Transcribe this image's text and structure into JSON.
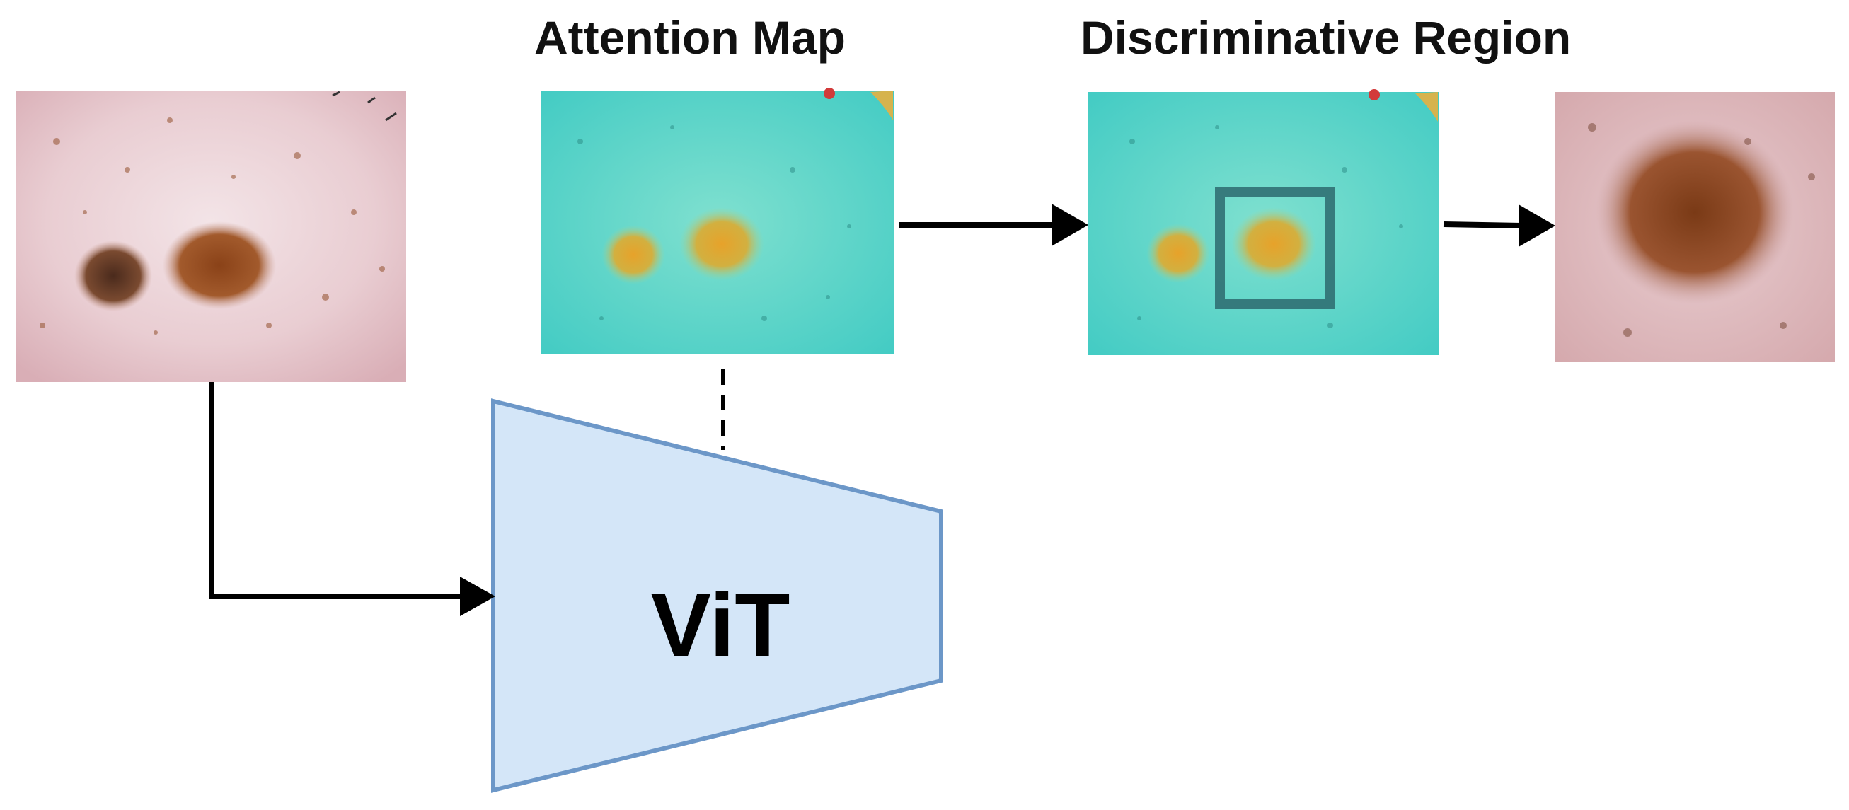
{
  "titles": {
    "attention_map": "Attention Map",
    "discriminative_region": "Discriminative Region"
  },
  "model": {
    "label": "ViT",
    "fill_color": "#d4e6f8",
    "stroke_color": "#6c97c8"
  },
  "colors": {
    "skin": "#e9cdd2",
    "lesion": "#8a4a22",
    "attention_background": "#58d6c8",
    "attention_hot": "#d7a63a",
    "crop_box": "#2d6a6e",
    "arrow": "#000000"
  },
  "images": {
    "input": "dermoscopy-image-icon",
    "attention": "attention-heatmap-icon",
    "attention_with_box": "attention-heatmap-with-box-icon",
    "crop": "cropped-lesion-icon"
  }
}
